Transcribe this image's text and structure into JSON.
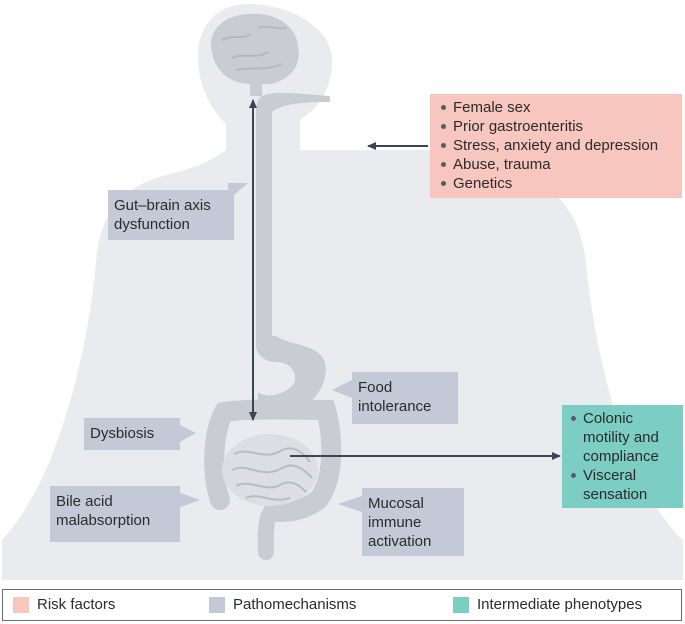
{
  "callouts": {
    "gut_brain": [
      "Gut–brain axis",
      "dysfunction"
    ],
    "dysbiosis": [
      "Dysbiosis"
    ],
    "bile_acid": [
      "Bile acid",
      "malabsorption"
    ],
    "food_intolerance": [
      "Food",
      "intolerance"
    ],
    "mucosal": [
      "Mucosal",
      "immune",
      "activation"
    ]
  },
  "risk_factors": [
    "Female sex",
    "Prior gastroenteritis",
    "Stress, anxiety and depression",
    "Abuse, trauma",
    "Genetics"
  ],
  "intermediate_phenotypes": [
    "Colonic motility and compliance",
    "Visceral sensation"
  ],
  "legend": {
    "risk": "Risk factors",
    "patho": "Pathomechanisms",
    "pheno": "Intermediate phenotypes"
  },
  "colors": {
    "risk": "#f6c6bf",
    "patho": "#c3c9d6",
    "pheno": "#7ccdc4",
    "body": "#e9ebef",
    "organ": "#c9ccd3",
    "arrow": "#3a4556"
  }
}
